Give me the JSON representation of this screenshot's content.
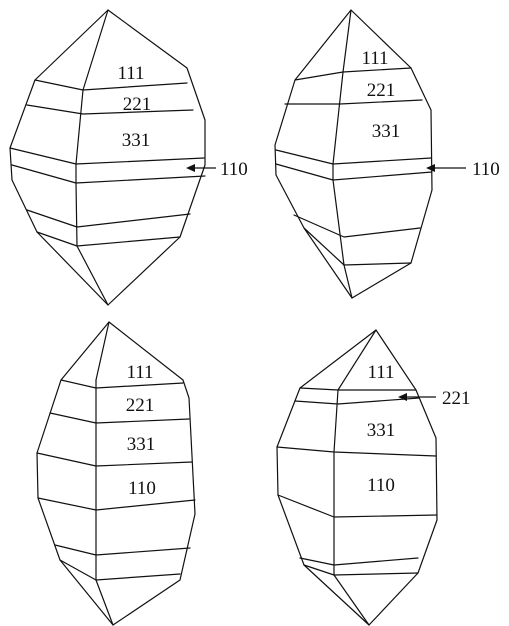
{
  "crystals": [
    {
      "faces": [
        "111",
        "221",
        "331"
      ],
      "callout": "110"
    },
    {
      "faces": [
        "111",
        "221",
        "331"
      ],
      "callout": "110"
    },
    {
      "faces": [
        "111",
        "221",
        "331",
        "110"
      ]
    },
    {
      "faces": [
        "111",
        "331",
        "110"
      ],
      "callout": "221"
    }
  ]
}
